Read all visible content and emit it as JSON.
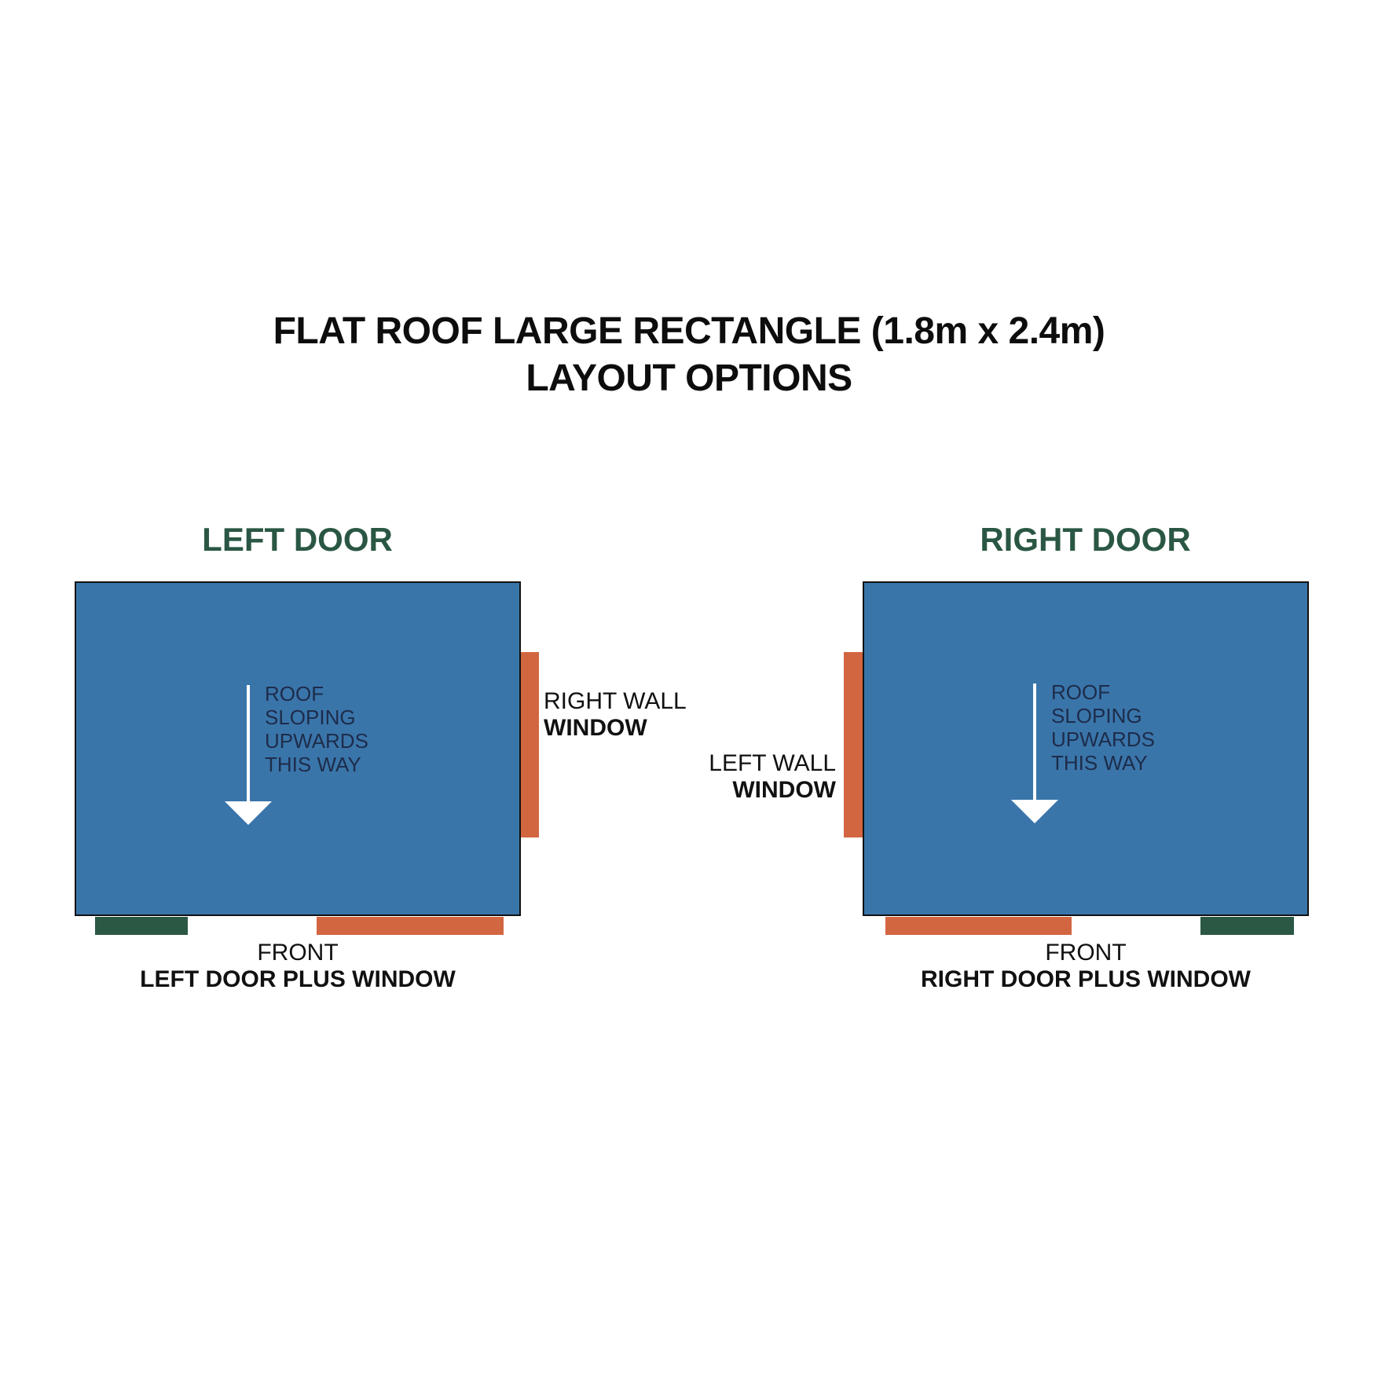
{
  "title": {
    "line1": "FLAT ROOF LARGE RECTANGLE (1.8m x 2.4m)",
    "line2": "LAYOUT OPTIONS"
  },
  "colors": {
    "plan_fill": "#3a75aa",
    "window": "#d26641",
    "door": "#2b5844",
    "heading": "#2a5743",
    "roof_text": "#1d2c4a"
  },
  "layouts": [
    {
      "heading": "LEFT DOOR",
      "roof_note": [
        "ROOF",
        "SLOPING",
        "UPWARDS",
        "THIS WAY"
      ],
      "side_label_light": "RIGHT WALL",
      "side_label_bold": "WINDOW",
      "front_label_light": "FRONT",
      "front_label_bold": "LEFT DOOR PLUS WINDOW"
    },
    {
      "heading": "RIGHT DOOR",
      "roof_note": [
        "ROOF",
        "SLOPING",
        "UPWARDS",
        "THIS WAY"
      ],
      "side_label_light": "LEFT WALL",
      "side_label_bold": "WINDOW",
      "front_label_light": "FRONT",
      "front_label_bold": "RIGHT DOOR PLUS WINDOW"
    }
  ]
}
